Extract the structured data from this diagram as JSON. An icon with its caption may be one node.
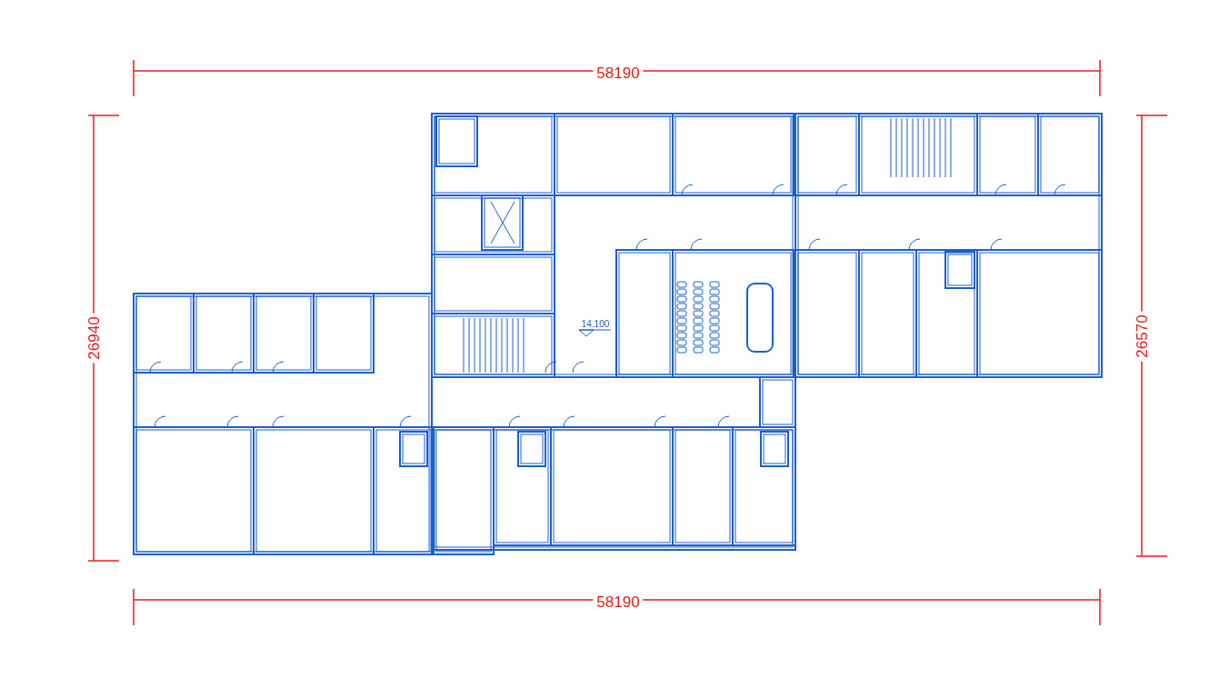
{
  "diagram": {
    "labels": [
      "58190",
      "26940",
      "26570",
      "14.100",
      "58190"
    ]
  }
}
